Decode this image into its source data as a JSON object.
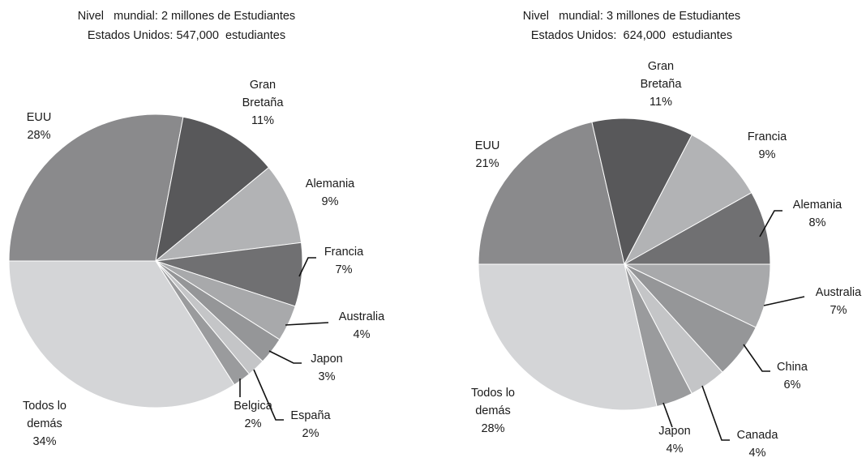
{
  "chart_data": [
    {
      "type": "pie",
      "title": "Nivel   mundial: 2 millones de Estudiantes",
      "subtitle": "Estados Unidos: 547,000  estudiantes",
      "slices": [
        {
          "label": [
            "EUU"
          ],
          "value": 28,
          "value_label": "28%",
          "color": "#8a8a8c"
        },
        {
          "label": [
            "Gran",
            "Bretaña"
          ],
          "value": 11,
          "value_label": "11%",
          "color": "#58585a"
        },
        {
          "label": [
            "Alemania"
          ],
          "value": 9,
          "value_label": "9%",
          "color": "#b2b3b5"
        },
        {
          "label": [
            "Francia"
          ],
          "value": 7,
          "value_label": "7%",
          "color": "#707072"
        },
        {
          "label": [
            "Australia"
          ],
          "value": 4,
          "value_label": "4%",
          "color": "#a8a9ab"
        },
        {
          "label": [
            "Japon"
          ],
          "value": 3,
          "value_label": "3%",
          "color": "#959698"
        },
        {
          "label": [
            "España"
          ],
          "value": 2,
          "value_label": "2%",
          "color": "#c4c5c7"
        },
        {
          "label": [
            "Belgica"
          ],
          "value": 2,
          "value_label": "2%",
          "color": "#9a9b9d"
        },
        {
          "label": [
            "Todos lo",
            "demás"
          ],
          "value": 34,
          "value_label": "34%",
          "color": "#d4d5d7"
        }
      ]
    },
    {
      "type": "pie",
      "title": "Nivel   mundial: 3 millones de Estudiantes",
      "subtitle": "Estados Unidos:  624,000  estudiantes",
      "slices": [
        {
          "label": [
            "EUU"
          ],
          "value": 21,
          "value_label": "21%",
          "color": "#8a8a8c"
        },
        {
          "label": [
            "Gran",
            "Bretaña"
          ],
          "value": 11,
          "value_label": "11%",
          "color": "#58585a"
        },
        {
          "label": [
            "Francia"
          ],
          "value": 9,
          "value_label": "9%",
          "color": "#b2b3b5"
        },
        {
          "label": [
            "Alemania"
          ],
          "value": 8,
          "value_label": "8%",
          "color": "#707072"
        },
        {
          "label": [
            "Australia"
          ],
          "value": 7,
          "value_label": "7%",
          "color": "#a8a9ab"
        },
        {
          "label": [
            "China"
          ],
          "value": 6,
          "value_label": "6%",
          "color": "#959698"
        },
        {
          "label": [
            "Canada"
          ],
          "value": 4,
          "value_label": "4%",
          "color": "#c4c5c7"
        },
        {
          "label": [
            "Japon"
          ],
          "value": 4,
          "value_label": "4%",
          "color": "#9a9b9d"
        },
        {
          "label": [
            "Todos lo",
            "demás"
          ],
          "value": 28,
          "value_label": "28%",
          "color": "#d4d5d7"
        }
      ]
    }
  ]
}
